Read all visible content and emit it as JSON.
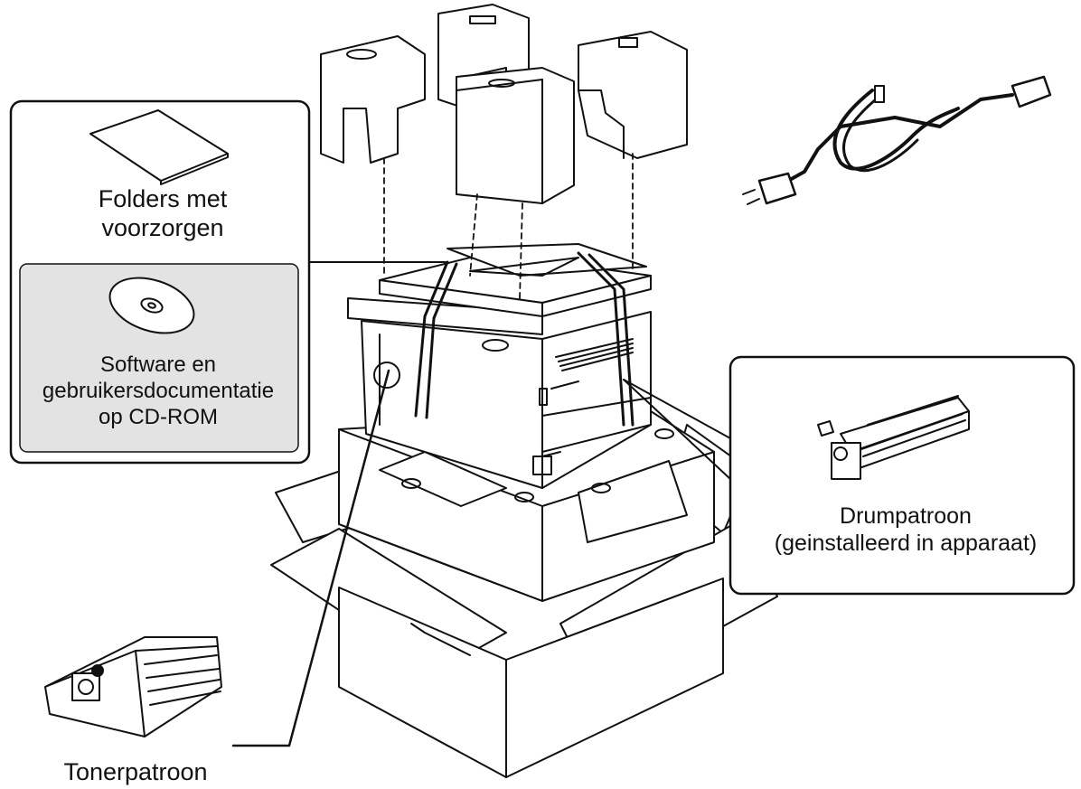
{
  "labels": {
    "folders": [
      "Folders met",
      "voorzorgen"
    ],
    "software": [
      "Software en",
      "gebruikersdocumentatie",
      "op CD-ROM"
    ],
    "drum": [
      "Drumpatroon",
      "(geinstalleerd in apparaat)"
    ],
    "toner": "Tonerpatroon"
  },
  "colors": {
    "line": "#111111",
    "cd_box_fill": "#e3e3e3",
    "background": "#ffffff"
  },
  "icons": [
    "manual-booklet-icon",
    "cd-rom-icon",
    "power-cord-icon",
    "drum-cartridge-icon",
    "toner-cartridge-icon"
  ]
}
